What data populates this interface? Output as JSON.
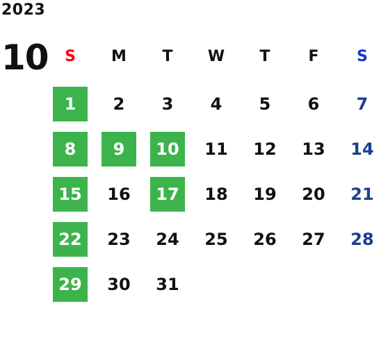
{
  "calendar": {
    "year": "2023",
    "month": "10",
    "colors": {
      "highlight_bg": "#3cb44b",
      "highlight_text": "#ffffff",
      "sunday_header": "#ff0000",
      "saturday_header": "#1a33cc",
      "saturday_dates": "#1a3f8f",
      "default_text": "#111111"
    },
    "weekdays": [
      "S",
      "M",
      "T",
      "W",
      "T",
      "F",
      "S"
    ],
    "weeks": [
      [
        "1",
        "2",
        "3",
        "4",
        "5",
        "6",
        "7"
      ],
      [
        "8",
        "9",
        "10",
        "11",
        "12",
        "13",
        "14"
      ],
      [
        "15",
        "16",
        "17",
        "18",
        "19",
        "20",
        "21"
      ],
      [
        "22",
        "23",
        "24",
        "25",
        "26",
        "27",
        "28"
      ],
      [
        "29",
        "30",
        "31",
        "",
        "",
        "",
        ""
      ]
    ],
    "highlighted_dates": [
      "1",
      "8",
      "9",
      "10",
      "15",
      "17",
      "22",
      "29"
    ]
  }
}
